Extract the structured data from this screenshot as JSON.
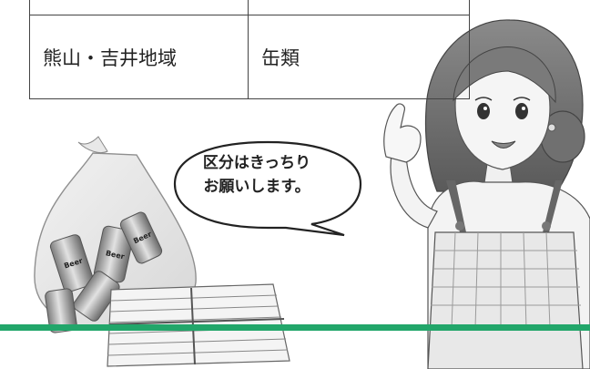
{
  "table": {
    "header_row": [
      "",
      ""
    ],
    "rows": [
      {
        "area": "熊山・吉井地域",
        "item": "缶類"
      }
    ]
  },
  "bubble": {
    "line1": "区分はきっちり",
    "line2": "お願いします。"
  },
  "can_label": "Beer",
  "colors": {
    "floor_line": "#22a66a",
    "border": "#444444",
    "hair": "#6e6e6e",
    "skin": "#f2f2f2"
  }
}
